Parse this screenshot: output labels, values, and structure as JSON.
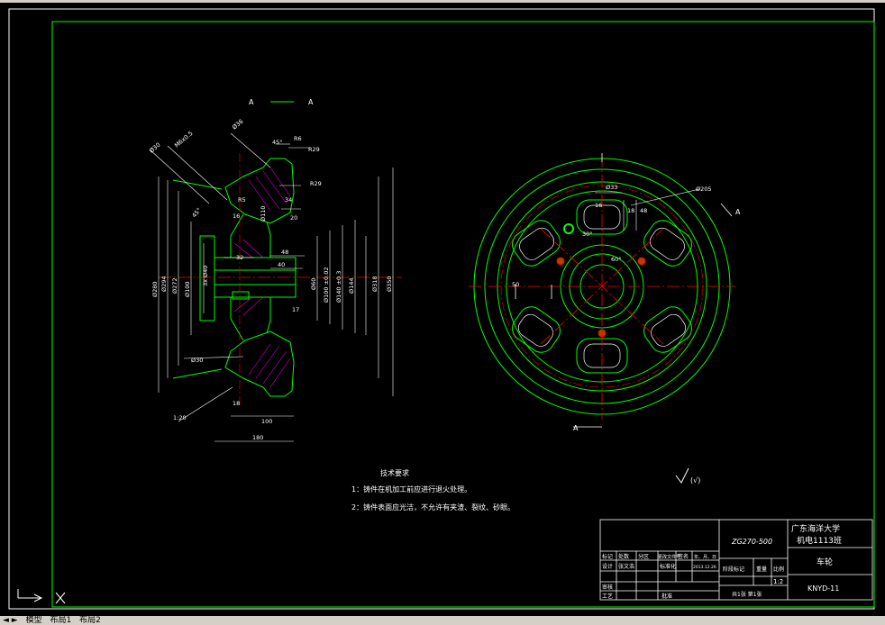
{
  "section_labels": {
    "top_left": "A",
    "top_right": "A",
    "bottom": "A",
    "side": "A"
  },
  "dims_left": {
    "d1": "Ø30",
    "d2": "M6x0.5",
    "d3": "Ø36",
    "d4": "45°",
    "d5": "R6",
    "d6": "R29",
    "d7": "R29",
    "d8": "34",
    "d9": "45°",
    "d10": "16",
    "d11": "R5",
    "d12": "20",
    "d13": "Ø110",
    "d14": "48",
    "d15": "40",
    "d16": "32",
    "d17": "Ø280",
    "d18": "Ø294",
    "d19": "Ø272",
    "d20": "Ø100",
    "d21": "3x Ø40",
    "d22": "Ø60",
    "d23": "Ø100 ±0.02",
    "d24": "Ø140 ±0.3",
    "d25": "Ø144",
    "d26": "Ø318",
    "d27": "Ø350",
    "d28": "17",
    "d29": "Ø30",
    "d30": "1:20",
    "d31": "18",
    "d32": "100",
    "d33": "180"
  },
  "dims_right": {
    "r1": "Ø205",
    "r2": "Ø33",
    "r3": "16",
    "r4": "18",
    "r5": "48",
    "r6": "30°",
    "r7": "60°",
    "r8": "50"
  },
  "roughness": "(√)",
  "notes": {
    "title": "技术要求",
    "line1": "1：铸件在机加工前应进行退火处理。",
    "line2": "2：铸件表面应光洁，不允许有夹渣、裂纹、砂眼。"
  },
  "title_block": {
    "material": "ZG270-500",
    "school": "广东海洋大学",
    "class_name": "机电1113班",
    "part_name": "车轮",
    "drawing_no": "KNYD-11",
    "scale_label": "比例",
    "scale": "1:2",
    "mark": "标记",
    "count": "处数",
    "zone": "分区",
    "change_doc": "更改文件号",
    "signature": "签名",
    "date_label": "年、月、日",
    "design": "设计",
    "designer": "张文浩",
    "standard": "标准化",
    "stage_mark": "阶段标记",
    "weight": "重量",
    "review": "审核",
    "process": "工艺",
    "approve": "批准",
    "date_value": "2013.12.26",
    "sheets": "共1张  第1张"
  },
  "tabs": {
    "model": "模型",
    "layout1": "布局1",
    "layout2": "布局2"
  },
  "colors": {
    "frame": "#00ff00",
    "outline": "#00ff00",
    "center": "#ff0000",
    "dim": "#ffffff",
    "bg": "#000000"
  }
}
